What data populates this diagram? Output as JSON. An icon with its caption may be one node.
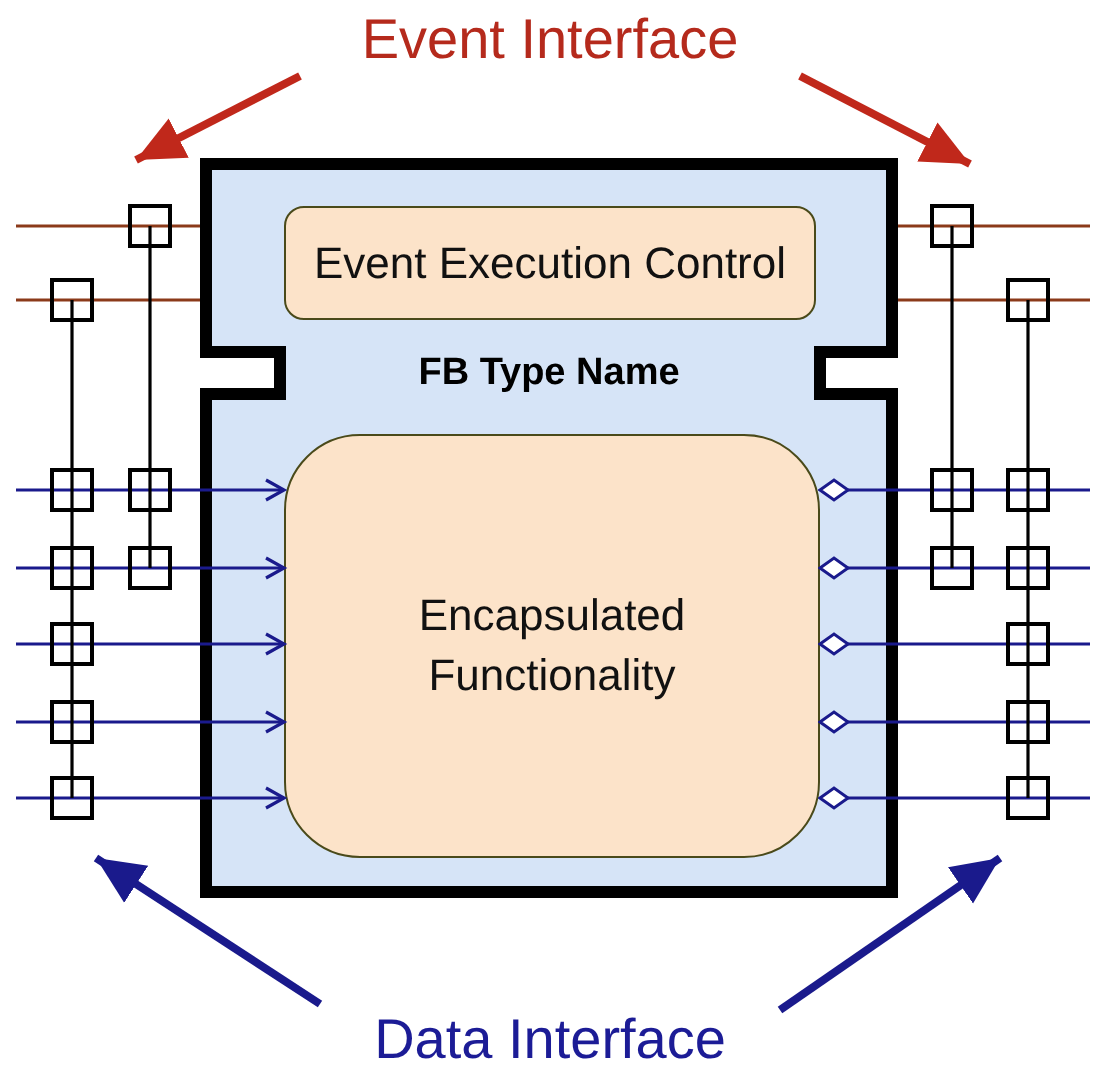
{
  "diagram": {
    "nodes": [
      {
        "text": [
          "Event Interface"
        ]
      },
      {
        "text": [
          "FB Type Name"
        ]
      },
      {
        "text": [
          "Event Execution Control"
        ],
        "in": 1
      },
      {
        "text": [
          "Encapsulated Functionality"
        ],
        "in": 1
      },
      {
        "text": [
          "Data Interface"
        ]
      }
    ],
    "edges": [
      {
        "from": 0,
        "to": null,
        "arrow": "to",
        "color": "#c0281b",
        "style": "thick"
      },
      {
        "from": 0,
        "to": null,
        "arrow": "to",
        "color": "#c0281b",
        "style": "thick"
      },
      {
        "from": 4,
        "to": null,
        "arrow": "to",
        "color": "#1a1a8c",
        "style": "thick"
      },
      {
        "from": 4,
        "to": null,
        "arrow": "to",
        "color": "#1a1a8c",
        "style": "thick"
      },
      {
        "from": 1,
        "to": null,
        "arrow": "none",
        "color": "#8b3a1a"
      },
      {
        "from": 1,
        "to": null,
        "arrow": "none",
        "color": "#8b3a1a"
      },
      {
        "from": 1,
        "to": null,
        "arrow": "none",
        "color": "#8b3a1a"
      },
      {
        "from": 1,
        "to": null,
        "arrow": "none",
        "color": "#8b3a1a"
      },
      {
        "from": null,
        "to": 3,
        "arrow": "to",
        "color": "#1a1a8c"
      },
      {
        "from": null,
        "to": 3,
        "arrow": "to",
        "color": "#1a1a8c"
      },
      {
        "from": null,
        "to": 3,
        "arrow": "to",
        "color": "#1a1a8c"
      },
      {
        "from": null,
        "to": 3,
        "arrow": "to",
        "color": "#1a1a8c"
      },
      {
        "from": null,
        "to": 3,
        "arrow": "to",
        "color": "#1a1a8c"
      },
      {
        "from": 3,
        "to": null,
        "arrow": "other",
        "color": "#1a1a8c"
      },
      {
        "from": 3,
        "to": null,
        "arrow": "other",
        "color": "#1a1a8c"
      },
      {
        "from": 3,
        "to": null,
        "arrow": "other",
        "color": "#1a1a8c"
      },
      {
        "from": 3,
        "to": null,
        "arrow": "other",
        "color": "#1a1a8c"
      },
      {
        "from": 3,
        "to": null,
        "arrow": "other",
        "color": "#1a1a8c"
      }
    ]
  }
}
